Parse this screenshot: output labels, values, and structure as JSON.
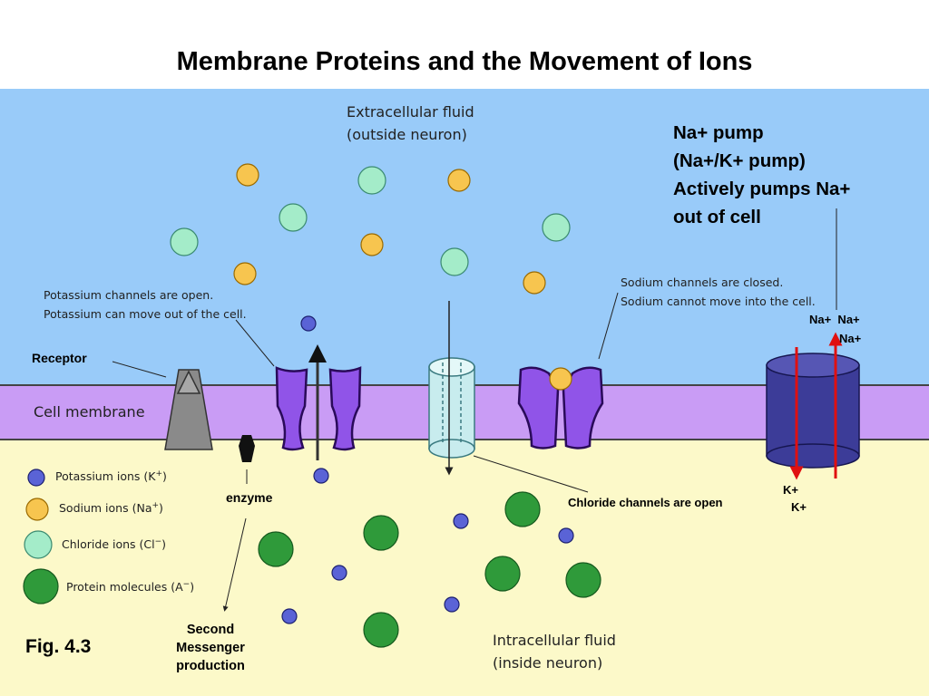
{
  "title": "Membrane Proteins and the Movement of Ions",
  "regions": {
    "extracellular": [
      "Extracellular fluid",
      "(outside neuron)"
    ],
    "intracellular": [
      "Intracellular fluid",
      "(inside neuron)"
    ],
    "membrane": "Cell membrane"
  },
  "annotations": {
    "potassium_channels": [
      "Potassium channels are open.",
      "Potassium can move out of the cell."
    ],
    "sodium_channels": [
      "Sodium channels are closed.",
      "Sodium cannot move into the cell."
    ],
    "chloride_channels": "Chloride channels are open",
    "receptor": "Receptor",
    "enzyme": "enzyme",
    "second_messenger": [
      "Second",
      "Messenger",
      "production"
    ],
    "pump": [
      "Na+ pump",
      "(Na+/K+ pump)",
      "Actively pumps Na+",
      "out of cell"
    ],
    "pump_na_top": "Na+  Na+",
    "pump_na_mid": "Na+",
    "pump_k1": "K+",
    "pump_k2": "K+"
  },
  "legend": [
    {
      "label": "Potassium ions (K",
      "sup": "+",
      "tail": ")",
      "color": "#5a63d6"
    },
    {
      "label": "Sodium ions (Na",
      "sup": "+",
      "tail": ")",
      "color": "#f7c54f"
    },
    {
      "label": "Chloride ions (Cl",
      "sup": "−",
      "tail": ")",
      "color": "#a4ecc9"
    },
    {
      "label": "Protein molecules (A",
      "sup": "−",
      "tail": ")",
      "color": "#2f9a3a"
    }
  ],
  "figure_label": "Fig. 4.3",
  "colors": {
    "extracellular": "#99cbf9",
    "membrane": "#c99cf5",
    "intracellular": "#fcf9c9",
    "potassium": "#5a63d6",
    "sodium": "#f7c54f",
    "chloride": "#a4ecc9",
    "protein": "#2f9a3a",
    "channel": "#9054e8",
    "pump": "#3c3c98",
    "pump_arrow": "#e01010"
  }
}
